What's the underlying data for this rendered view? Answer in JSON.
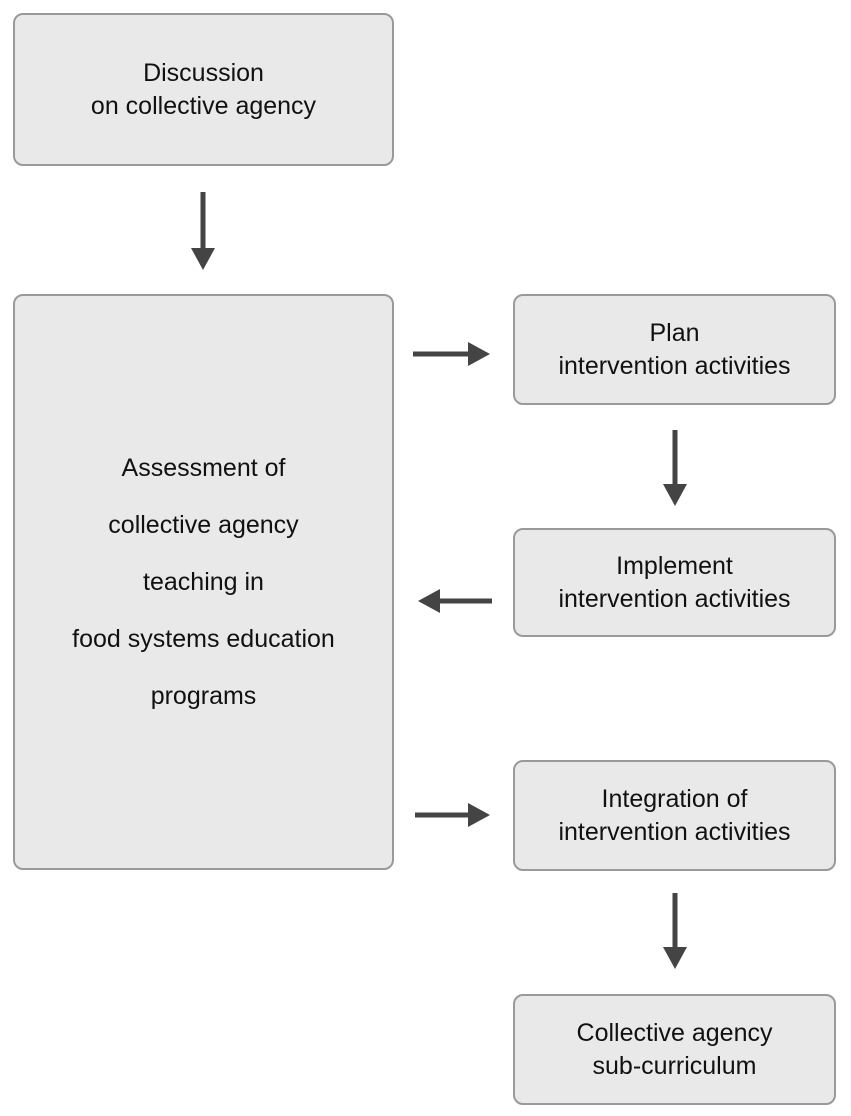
{
  "nodes": {
    "discussion": {
      "lines": [
        "Discussion",
        "on collective agency"
      ]
    },
    "assessment": {
      "lines": [
        "Assessment of",
        "collective agency",
        "teaching in",
        "food systems education",
        "programs"
      ]
    },
    "plan": {
      "lines": [
        "Plan",
        "intervention activities"
      ]
    },
    "implement": {
      "lines": [
        "Implement",
        "intervention activities"
      ]
    },
    "integration": {
      "lines": [
        "Integration of",
        "intervention activities"
      ]
    },
    "subcurriculum": {
      "lines": [
        "Collective agency",
        "sub-curriculum"
      ]
    }
  },
  "edges": [
    {
      "from": "discussion",
      "to": "assessment"
    },
    {
      "from": "assessment",
      "to": "plan"
    },
    {
      "from": "plan",
      "to": "implement"
    },
    {
      "from": "implement",
      "to": "assessment"
    },
    {
      "from": "assessment",
      "to": "integration"
    },
    {
      "from": "integration",
      "to": "subcurriculum"
    }
  ],
  "colors": {
    "box_fill": "#e9e9e9",
    "box_border": "#9a9a9a",
    "arrow": "#444444",
    "text": "#111111"
  }
}
